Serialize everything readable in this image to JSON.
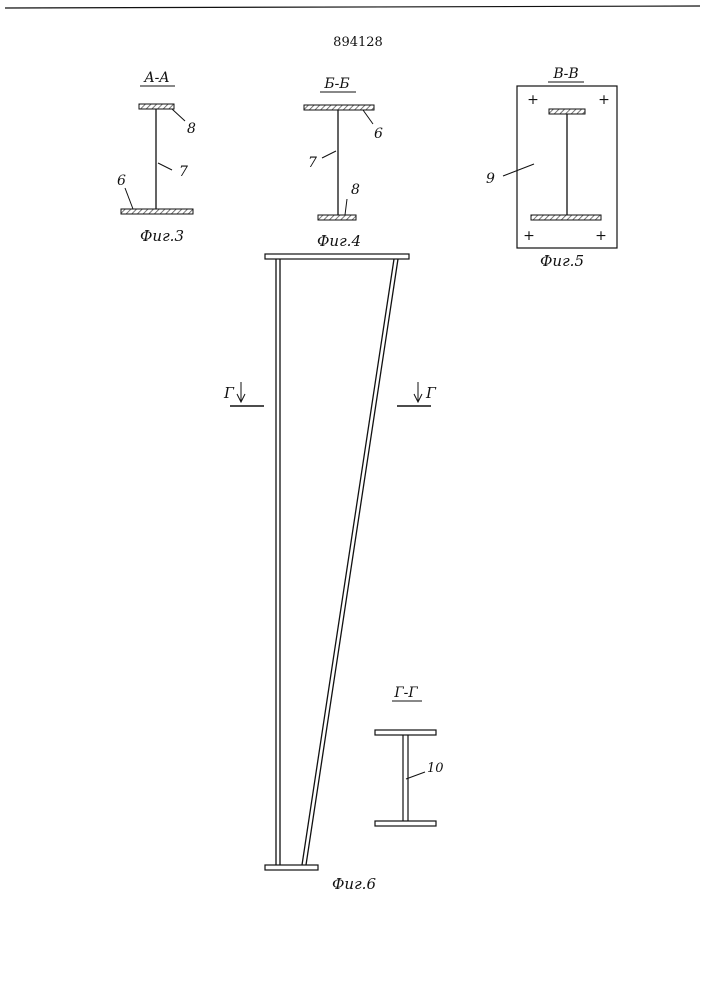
{
  "document": {
    "patent_number": "894128"
  },
  "figures": {
    "fig3": {
      "section_title": "A-A",
      "caption": "Фиг.3",
      "callouts": {
        "top_flange": "8",
        "web": "7",
        "bottom_flange": "6"
      }
    },
    "fig4": {
      "section_title": "Б-Б",
      "caption": "Фиг.4",
      "callouts": {
        "top_flange": "6",
        "web": "7",
        "bottom_flange": "8"
      }
    },
    "fig5": {
      "section_title": "В-В",
      "caption": "Фиг.5",
      "callouts": {
        "plate": "9"
      },
      "plus_marks": [
        "+",
        "+",
        "+",
        "+"
      ]
    },
    "fig6": {
      "caption": "Фиг.6",
      "section_marks": {
        "left": "Г",
        "right": "Г"
      },
      "section_detail": {
        "title": "Г-Г",
        "callouts": {
          "web": "10"
        }
      }
    }
  },
  "colors": {
    "ink": "#111111",
    "background": "#ffffff",
    "hatch": "#555555"
  }
}
